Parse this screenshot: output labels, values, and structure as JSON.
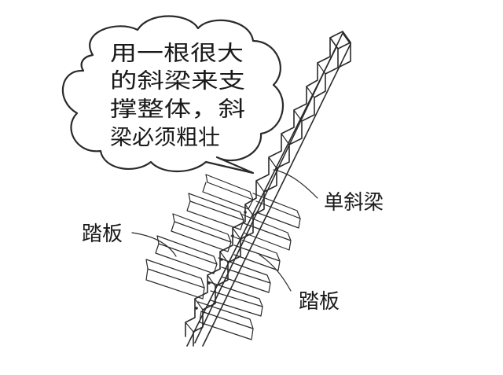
{
  "bubble": {
    "lines": [
      "用一根很大",
      "的斜梁来支",
      "撑整体，斜",
      "梁必须粗壮"
    ]
  },
  "labels": {
    "single_beam": "单斜梁",
    "tread_left": "踏板",
    "tread_right": "踏板"
  }
}
